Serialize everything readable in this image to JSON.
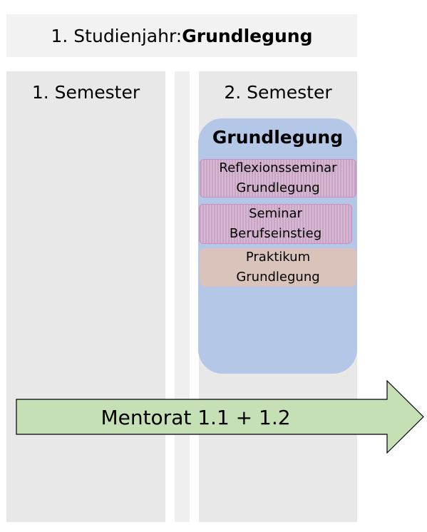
{
  "header": {
    "prefix": "1. Studienjahr: ",
    "title": "Grundlegung"
  },
  "semesters": [
    {
      "label": "1. Semester"
    },
    {
      "label": "2. Semester"
    }
  ],
  "group": {
    "title": "Grundlegung",
    "modules": [
      {
        "line1": "Reflexionsseminar",
        "line2": "Grundlegung"
      },
      {
        "line1": "Seminar",
        "line2": "Berufseinstieg"
      },
      {
        "line1": "Praktikum",
        "line2": "Grundlegung"
      }
    ]
  },
  "arrow": {
    "label": "Mentorat 1.1 + 1.2"
  },
  "colors": {
    "header_bg": "#f2f2f2",
    "column_bg": "#e8e8e8",
    "group_bg": "#b4c7e7",
    "striped_module": "#c9a4c4",
    "practice_module": "#d9c3ba",
    "arrow_fill": "#c5e0b4",
    "arrow_stroke": "#000000"
  }
}
